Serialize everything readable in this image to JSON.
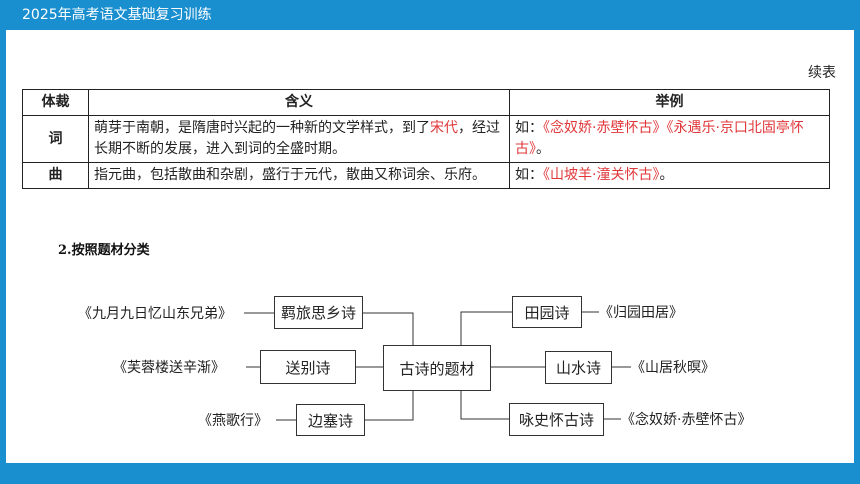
{
  "header": {
    "title": "2025年高考语文基础复习训练"
  },
  "table": {
    "continued_label": "续表",
    "headers": [
      "体裁",
      "含义",
      "举例"
    ],
    "rows": [
      {
        "genre": "词",
        "meaning_pre": "萌芽于南朝，是隋唐时兴起的一种新的文学样式，到了",
        "meaning_highlight": "宋代",
        "meaning_post": "，经过长期不断的发展，进入到词的全盛时期。",
        "example_prefix": "如：",
        "example_highlight": "《念奴娇·赤壁怀古》《永遇乐·京口北固亭怀古》",
        "example_suffix": "。"
      },
      {
        "genre": "曲",
        "meaning": "指元曲，包括散曲和杂剧，盛行于元代，散曲又称词余、乐府。",
        "example_prefix": "如：",
        "example_highlight": "《山坡羊·潼关怀古》",
        "example_suffix": "。"
      }
    ]
  },
  "section": {
    "title": "2.按照题材分类"
  },
  "diagram": {
    "center": "古诗的题材",
    "left": [
      {
        "category": "羁旅思乡诗",
        "example": "《九月九日忆山东兄弟》"
      },
      {
        "category": "送别诗",
        "example": "《芙蓉楼送辛渐》"
      },
      {
        "category": "边塞诗",
        "example": "《燕歌行》"
      }
    ],
    "right": [
      {
        "category": "田园诗",
        "example": "《归园田居》"
      },
      {
        "category": "山水诗",
        "example": "《山居秋暝》"
      },
      {
        "category": "咏史怀古诗",
        "example": "《念奴娇·赤壁怀古》"
      }
    ]
  }
}
